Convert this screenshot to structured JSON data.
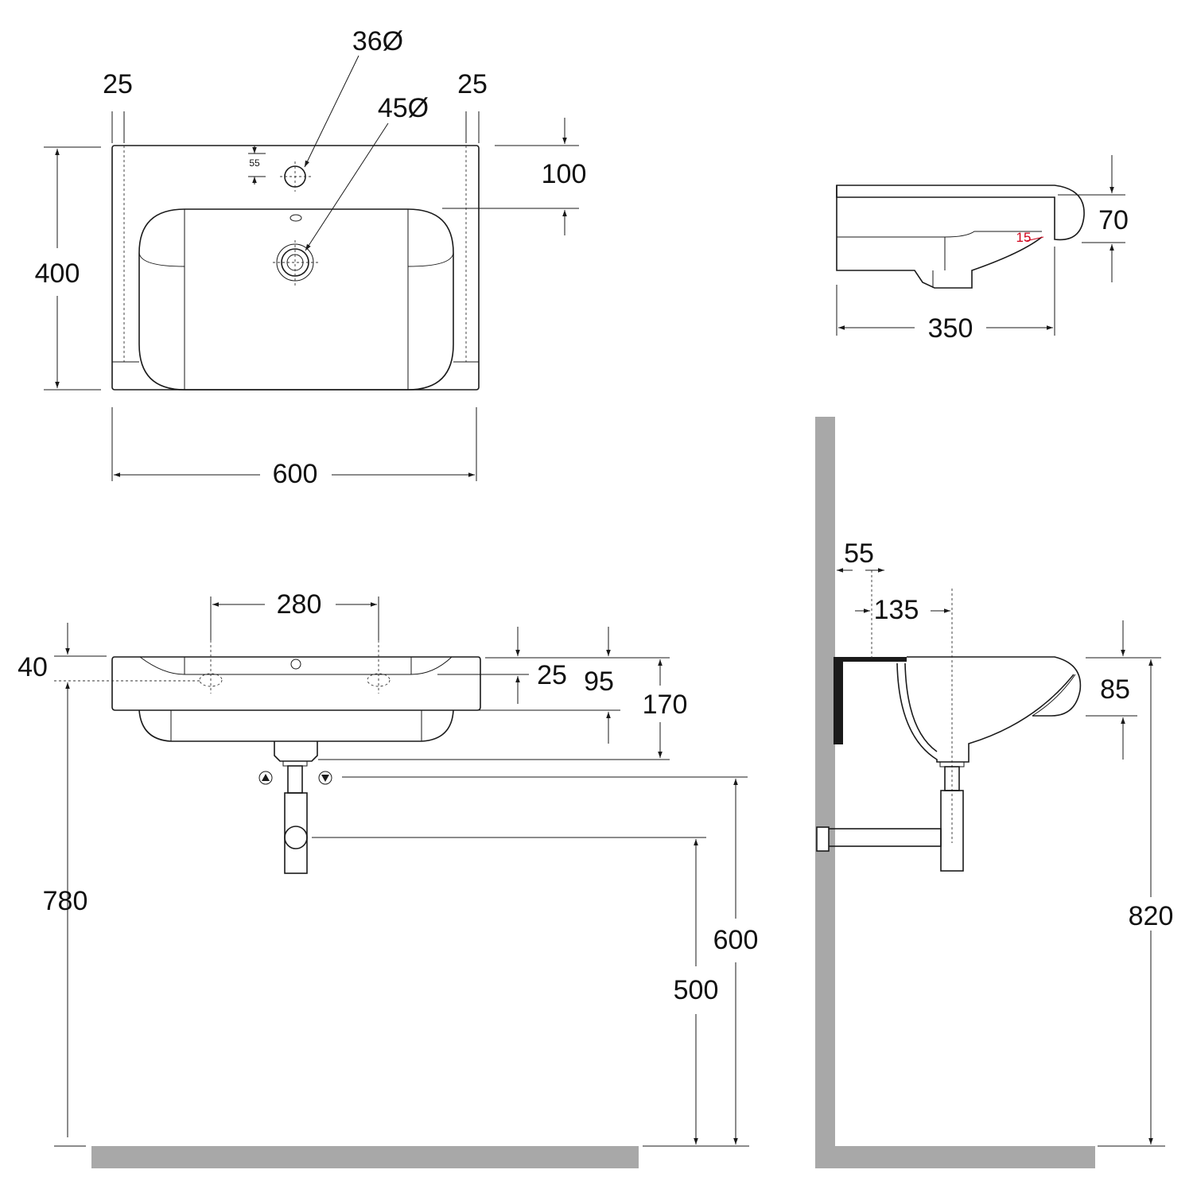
{
  "colors": {
    "line": "#1a1a1a",
    "floor_wall": "#a8a8a8",
    "angle_label": "#d0021b"
  },
  "top_view": {
    "margin_left": "25",
    "margin_right": "25",
    "tap_hole_diameter": "36Ø",
    "waste_hole_diameter": "45Ø",
    "tap_hole_offset": "55",
    "tap_to_bowl": "100",
    "depth": "400",
    "width": "600"
  },
  "side_profile": {
    "rim_height": "70",
    "depth": "350",
    "angle": "15"
  },
  "front_view": {
    "bolt_spacing": "280",
    "rim_thickness": "40",
    "bolt_height": "25",
    "body_height": "95",
    "total_height": "170",
    "install_height": "780",
    "water_supply_height": "600",
    "waste_height": "500"
  },
  "side_view": {
    "wall_offset": "55",
    "fixing_offset": "135",
    "rim_height": "85",
    "install_height": "820"
  }
}
